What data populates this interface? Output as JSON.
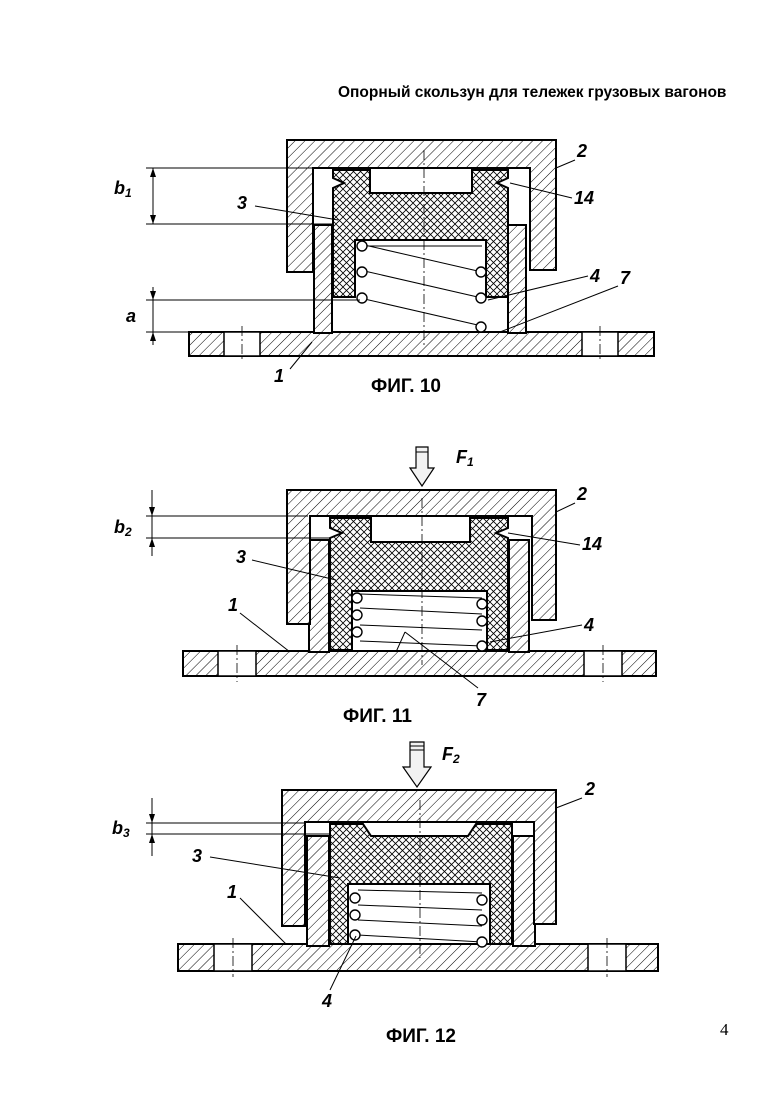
{
  "header": {
    "title": "Опорный скользун для тележек грузовых вагонов"
  },
  "page_number": "4",
  "figures": [
    {
      "caption": "ФИГ. 10",
      "labels": {
        "l1": "1",
        "l2": "2",
        "l3": "3",
        "l4": "4",
        "l7": "7",
        "l14": "14"
      },
      "dims": {
        "b": "b",
        "b_sub": "1",
        "a": "a"
      }
    },
    {
      "caption": "ФИГ. 11",
      "force": {
        "F": "F",
        "F_sub": "1"
      },
      "labels": {
        "l1": "1",
        "l2": "2",
        "l3": "3",
        "l4": "4",
        "l7": "7",
        "l14": "14"
      },
      "dims": {
        "b": "b",
        "b_sub": "2"
      }
    },
    {
      "caption": "ФИГ. 12",
      "force": {
        "F": "F",
        "F_sub": "2"
      },
      "labels": {
        "l1": "1",
        "l2": "2",
        "l3": "3",
        "l4": "4"
      },
      "dims": {
        "b": "b",
        "b_sub": "3"
      }
    }
  ]
}
